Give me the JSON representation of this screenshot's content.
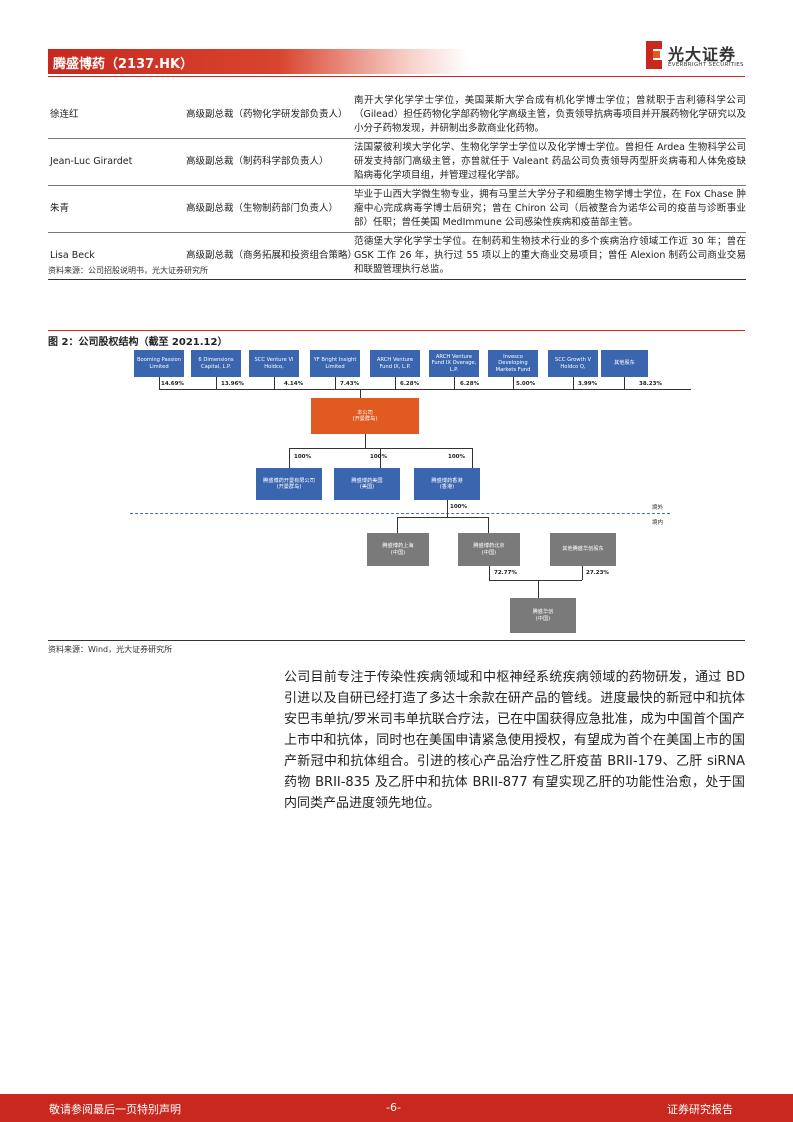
{
  "header": {
    "title": "腾盛博药（2137.HK）",
    "logo_cn": "光大证券",
    "logo_en": "EVERBRIGHT SECURITIES"
  },
  "table": {
    "rows": [
      {
        "name": "徐连红",
        "title": "高级副总裁（药物化学研发部负责人）",
        "desc": "南开大学化学学士学位，美国莱斯大学合成有机化学博士学位；曾就职于吉利德科学公司（Gilead）担任药物化学部药物化学高级主管，负责领导抗病毒项目并开展药物化学研究以及小分子药物发现，并研制出多款商业化药物。"
      },
      {
        "name": "Jean-Luc Girardet",
        "title": "高级副总裁（制药科学部负责人）",
        "desc": "法国蒙彼利埃大学化学、生物化学学士学位以及化学博士学位。曾担任 Ardea 生物科学公司研发支持部门高级主管，亦曾就任于 Valeant 药品公司负责领导丙型肝炎病毒和人体免疫缺陷病毒化学项目组，并管理过程化学部。"
      },
      {
        "name": "朱青",
        "title": "高级副总裁（生物制药部门负责人）",
        "desc": "毕业于山西大学微生物专业，拥有马里兰大学分子和细胞生物学博士学位，在 Fox Chase 肿瘤中心完成病毒学博士后研究；曾在 Chiron 公司（后被整合为诺华公司的疫苗与诊断事业部）任职；曾任美国 MedImmune 公司感染性疾病和疫苗部主管。"
      },
      {
        "name": "Lisa Beck",
        "title": "高级副总裁（商务拓展和投资组合策略）",
        "desc": "范德堡大学化学学士学位。在制药和生物技术行业的多个疾病治疗领域工作近 30 年；曾在 GSK 工作 26 年，执行过 55 项以上的重大商业交易项目；曾任 Alexion 制药公司商业交易和联盟管理执行总监。"
      }
    ],
    "source": "资料来源：公司招股说明书，光大证券研究所"
  },
  "figure": {
    "title": "图 2：公司股权结构（截至 2021.12）",
    "shareholders": [
      {
        "name": "Booming Passion Limited",
        "pct": "14.69%"
      },
      {
        "name": "6 Dimensions Capital, L.P.",
        "pct": "13.96%"
      },
      {
        "name": "SCC Venture VI Holdco,",
        "pct": "4.14%"
      },
      {
        "name": "YF Bright Insight Limited",
        "pct": "7.43%"
      },
      {
        "name": "ARCH Venture Fund IX, L.P.",
        "pct": "6.28%"
      },
      {
        "name": "ARCH Venture Fund IX Overage, L.P.",
        "pct": "6.28%"
      },
      {
        "name": "Invesco Developing Markets Fund",
        "pct": "5.00%"
      },
      {
        "name": "SCC Growth V Holdco Q,",
        "pct": "3.99%"
      },
      {
        "name": "其他股东",
        "pct": "38.23%"
      }
    ],
    "company": "本公司\n(开曼群岛)",
    "subs_l1": [
      {
        "name": "腾盛博药开曼有限公司\n(开曼群岛)"
      },
      {
        "name": "腾盛博药美国\n(美国)"
      },
      {
        "name": "腾盛博药香港\n(香港)"
      }
    ],
    "pct_100": "100%",
    "offshore": "境外",
    "onshore": "境内",
    "subs_l2": [
      {
        "name": "腾盛博药上海\n(中国)"
      },
      {
        "name": "腾盛博药北京\n(中国)"
      },
      {
        "name": "其他腾盛华创股东"
      }
    ],
    "pct_beijing": "72.77%",
    "pct_other": "27.23%",
    "bottom": "腾盛华创\n(中国)",
    "source": "资料来源：Wind，光大证券研究所"
  },
  "body": "公司目前专注于传染性疾病领域和中枢神经系统疾病领域的药物研发，通过 BD 引进以及自研已经打造了多达十余款在研产品的管线。进度最快的新冠中和抗体安巴韦单抗/罗米司韦单抗联合疗法，已在中国获得应急批准，成为中国首个国产上市中和抗体，同时也在美国申请紧急使用授权，有望成为首个在美国上市的国产新冠中和抗体组合。引进的核心产品治疗性乙肝疫苗 BRII-179、乙肝 siRNA 药物 BRII-835 及乙肝中和抗体 BRII-877 有望实现乙肝的功能性治愈，处于国内同类产品进度领先地位。",
  "footer": {
    "left": "敬请参阅最后一页特别声明",
    "page": "-6-",
    "right": "证券研究报告"
  },
  "colors": {
    "brand_red": "#c8281e",
    "blue": "#3a66b0",
    "orange": "#e05a22",
    "gray": "#7a7a7a"
  }
}
